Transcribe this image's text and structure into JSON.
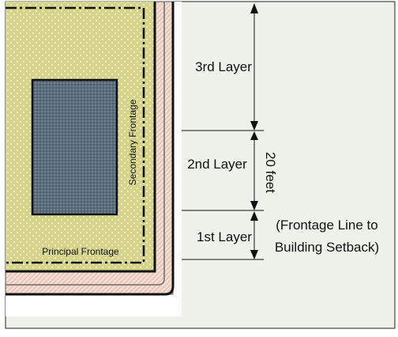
{
  "diagram": {
    "layers": {
      "third": "3rd Layer",
      "second": "2nd Layer",
      "first": "1st Layer"
    },
    "dimension": "20 feet",
    "note": {
      "line1": "(Frontage Line to",
      "line2": "Building Setback)"
    },
    "frontages": {
      "principal": "Principal Frontage",
      "secondary": "Secondary Frontage"
    },
    "colors": {
      "lot_fill": "#d6d48a",
      "building_fill": "#5a6b7a",
      "sidewalk_fill": "#f3ddd2",
      "background": "#edf2ea",
      "line": "#111111"
    }
  }
}
